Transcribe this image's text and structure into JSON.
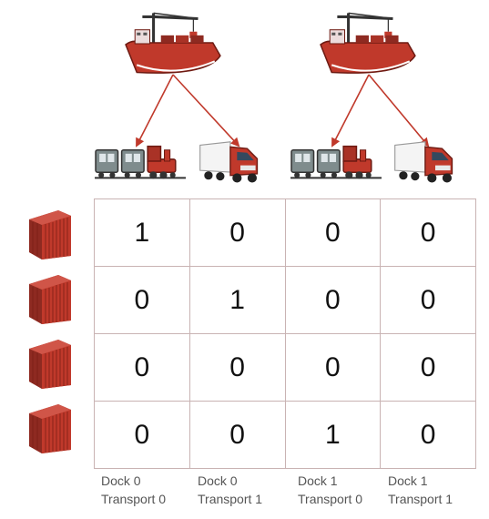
{
  "matrix": [
    [
      "1",
      "0",
      "0",
      "0"
    ],
    [
      "0",
      "1",
      "0",
      "0"
    ],
    [
      "0",
      "0",
      "0",
      "0"
    ],
    [
      "0",
      "0",
      "1",
      "0"
    ]
  ],
  "columns": [
    {
      "dock": "Dock 0",
      "transport": "Transport 0"
    },
    {
      "dock": "Dock 0",
      "transport": "Transport 1"
    },
    {
      "dock": "Dock 1",
      "transport": "Transport 0"
    },
    {
      "dock": "Dock 1",
      "transport": "Transport 1"
    }
  ],
  "icons": {
    "dock": "dock-crane-ship-icon",
    "transport_0": "train-icon",
    "transport_1": "truck-icon",
    "row": "shipping-container-icon"
  },
  "colors": {
    "arrow": "#c0392b",
    "grid": "#c9b3b3",
    "container": "#c0392b"
  }
}
